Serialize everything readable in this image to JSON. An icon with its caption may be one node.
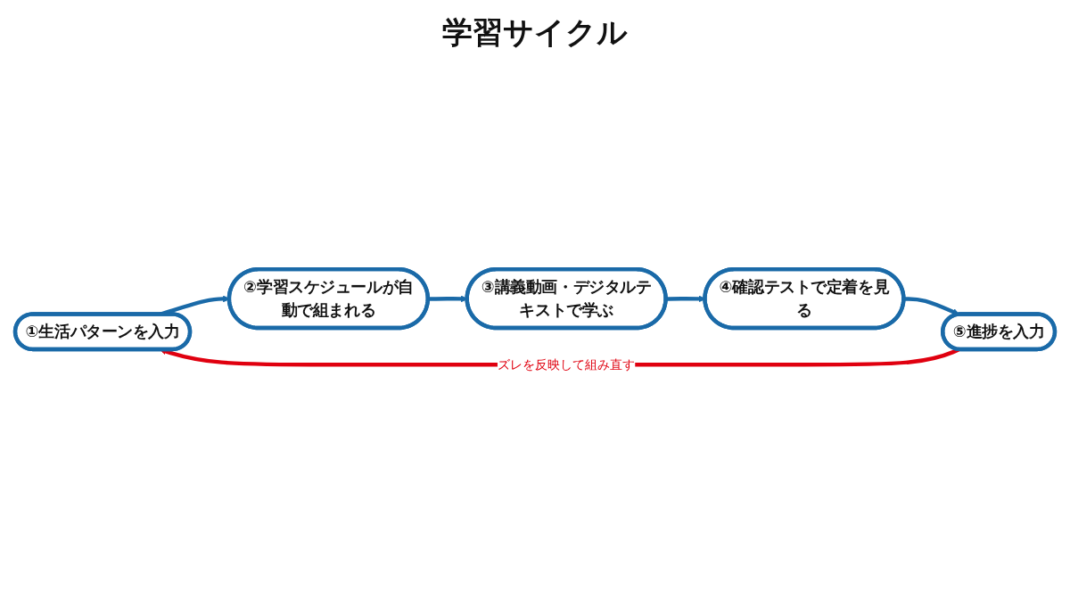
{
  "diagram": {
    "title": "学習サイクル",
    "nodes": [
      {
        "text": [
          "①生活パターンを入力"
        ]
      },
      {
        "text": [
          "②学習スケジュールが自動で組まれる"
        ]
      },
      {
        "text": [
          "③講義動画・デジタルテキストで学ぶ"
        ]
      },
      {
        "text": [
          "④確認テストで定着を見る"
        ]
      },
      {
        "text": [
          "⑤進捗を入力"
        ]
      }
    ],
    "edges": [
      {
        "from": 0,
        "to": 1,
        "arrow": "to"
      },
      {
        "from": 1,
        "to": 2,
        "arrow": "to"
      },
      {
        "from": 2,
        "to": 3,
        "arrow": "to"
      },
      {
        "from": 3,
        "to": 4,
        "arrow": "to"
      },
      {
        "from": 4,
        "to": 0,
        "arrow": "to",
        "label": "ズレを反映して組み直す",
        "color": "#e0000f"
      }
    ]
  }
}
